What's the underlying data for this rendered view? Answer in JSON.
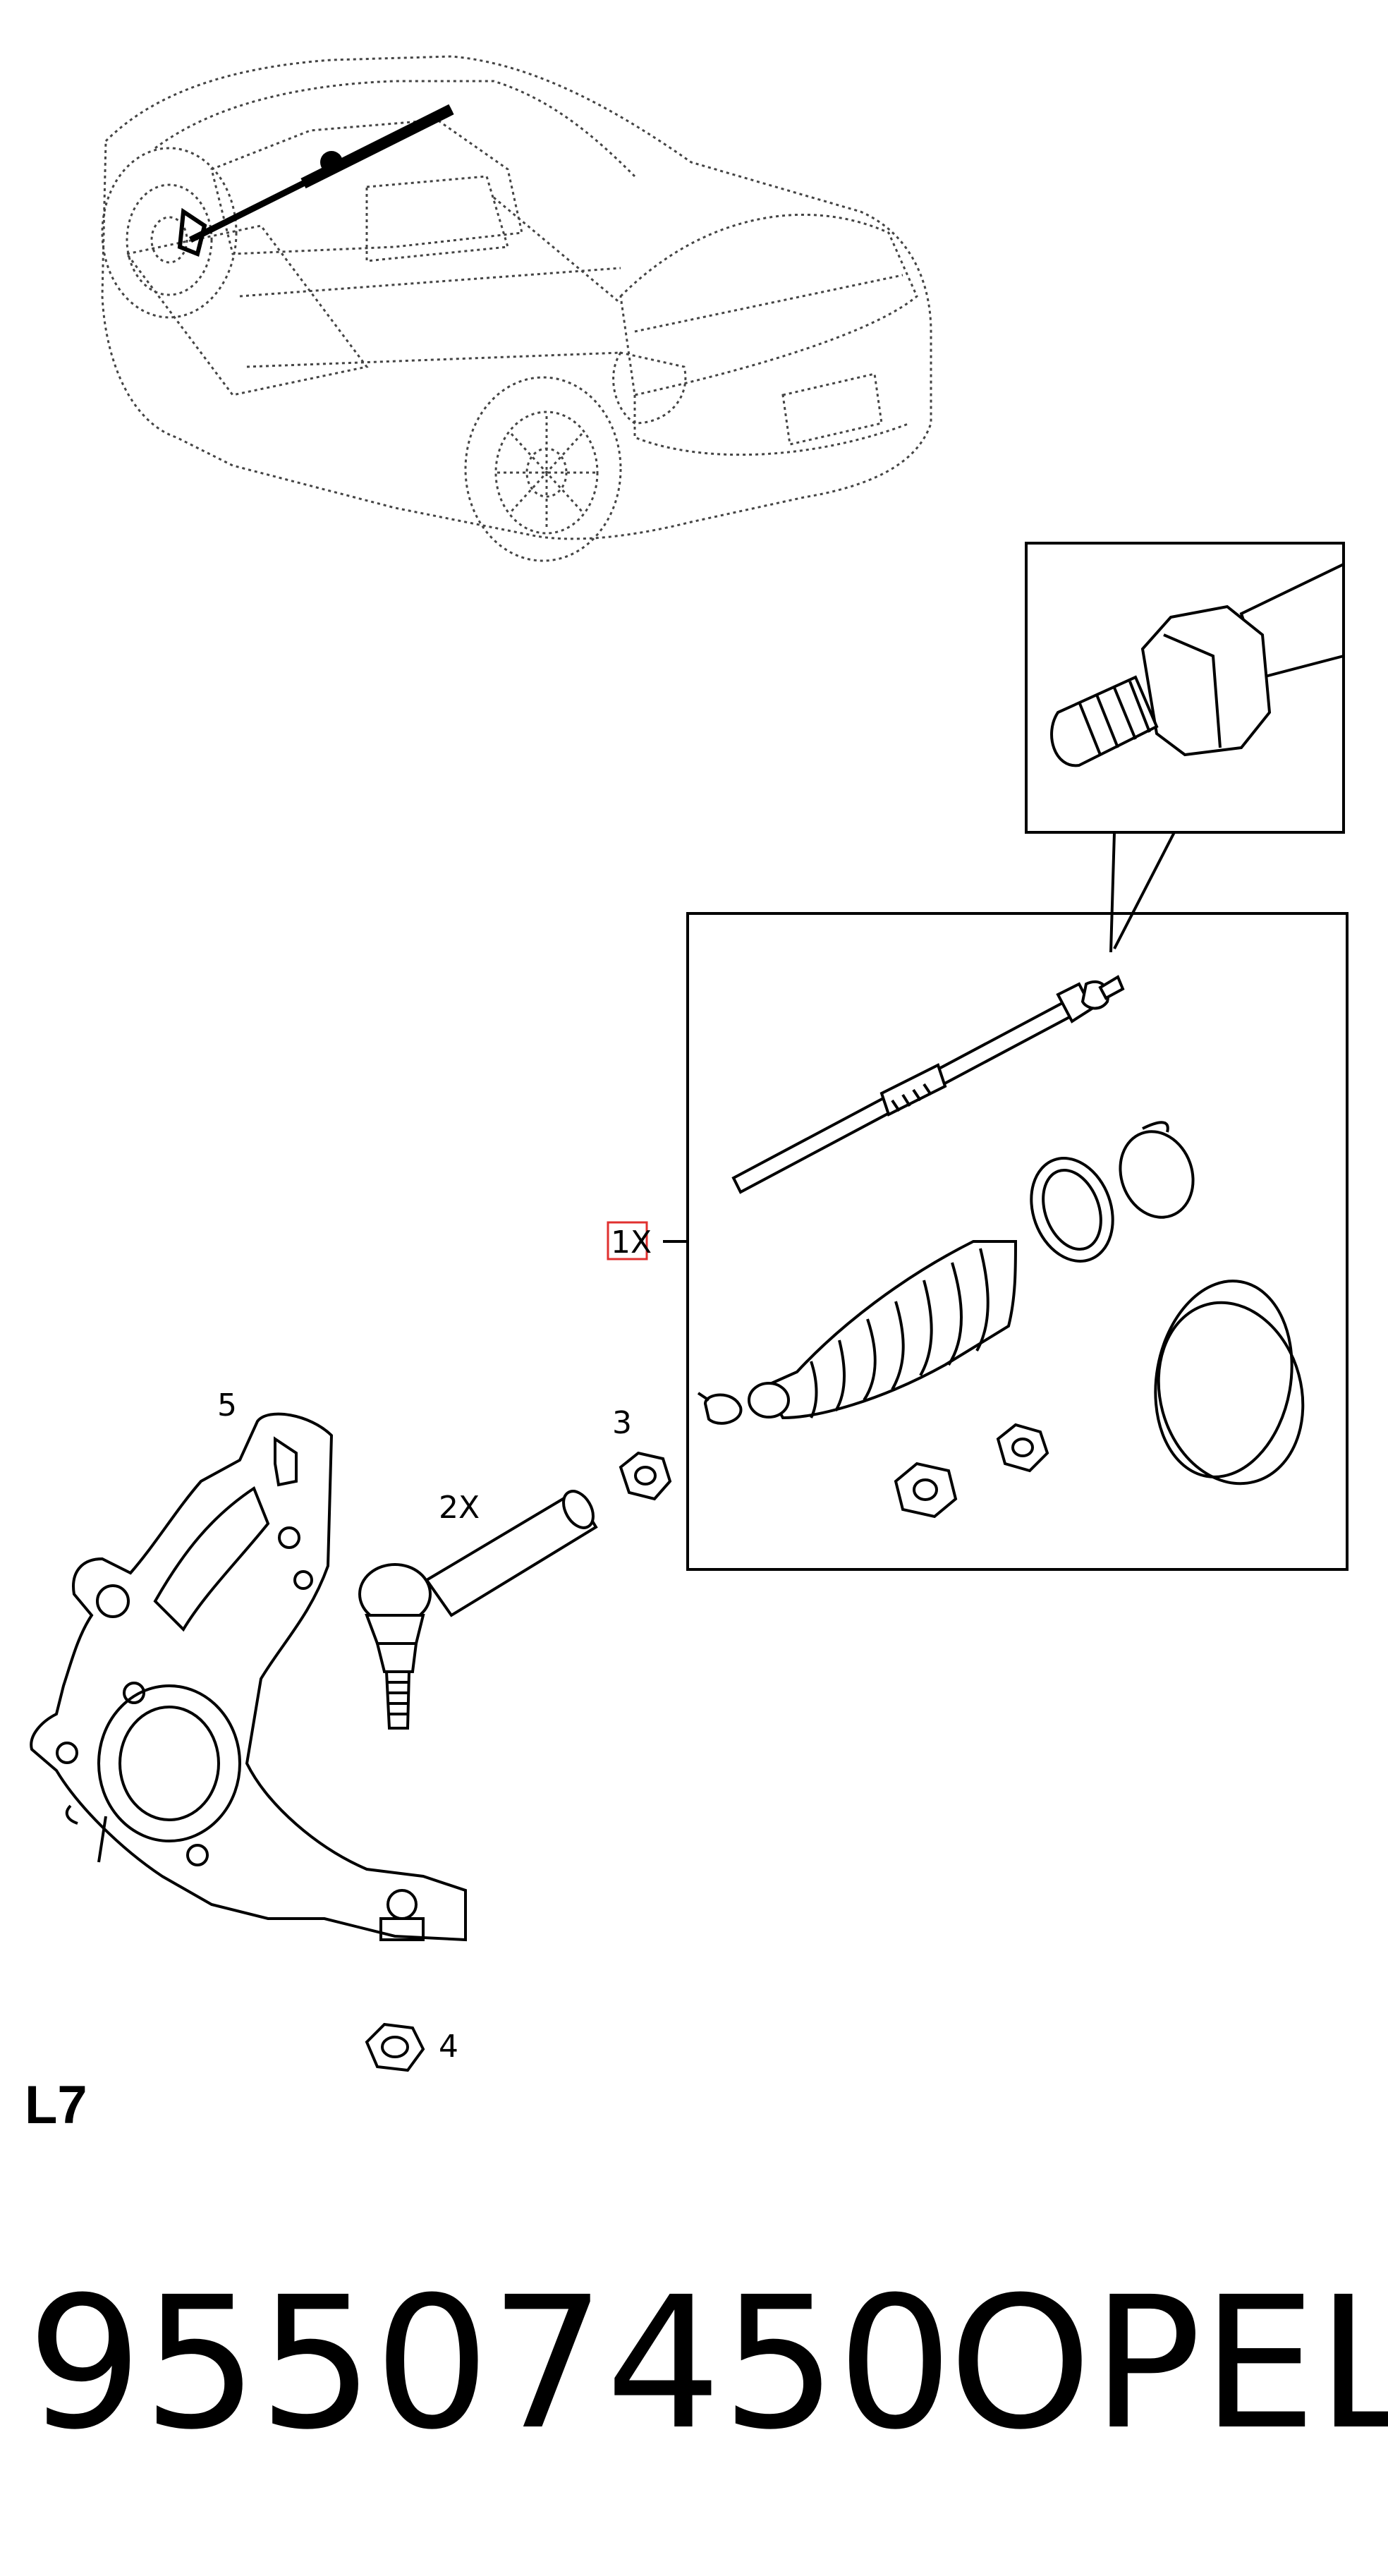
{
  "diagram": {
    "callouts": {
      "item_1": "1X",
      "item_2": "2X",
      "item_3": "3",
      "item_4": "4",
      "item_5": "5"
    },
    "section_code": "L7",
    "part_number": "95507450",
    "brand": "OPEL",
    "highlight_color": "#e0302f"
  }
}
